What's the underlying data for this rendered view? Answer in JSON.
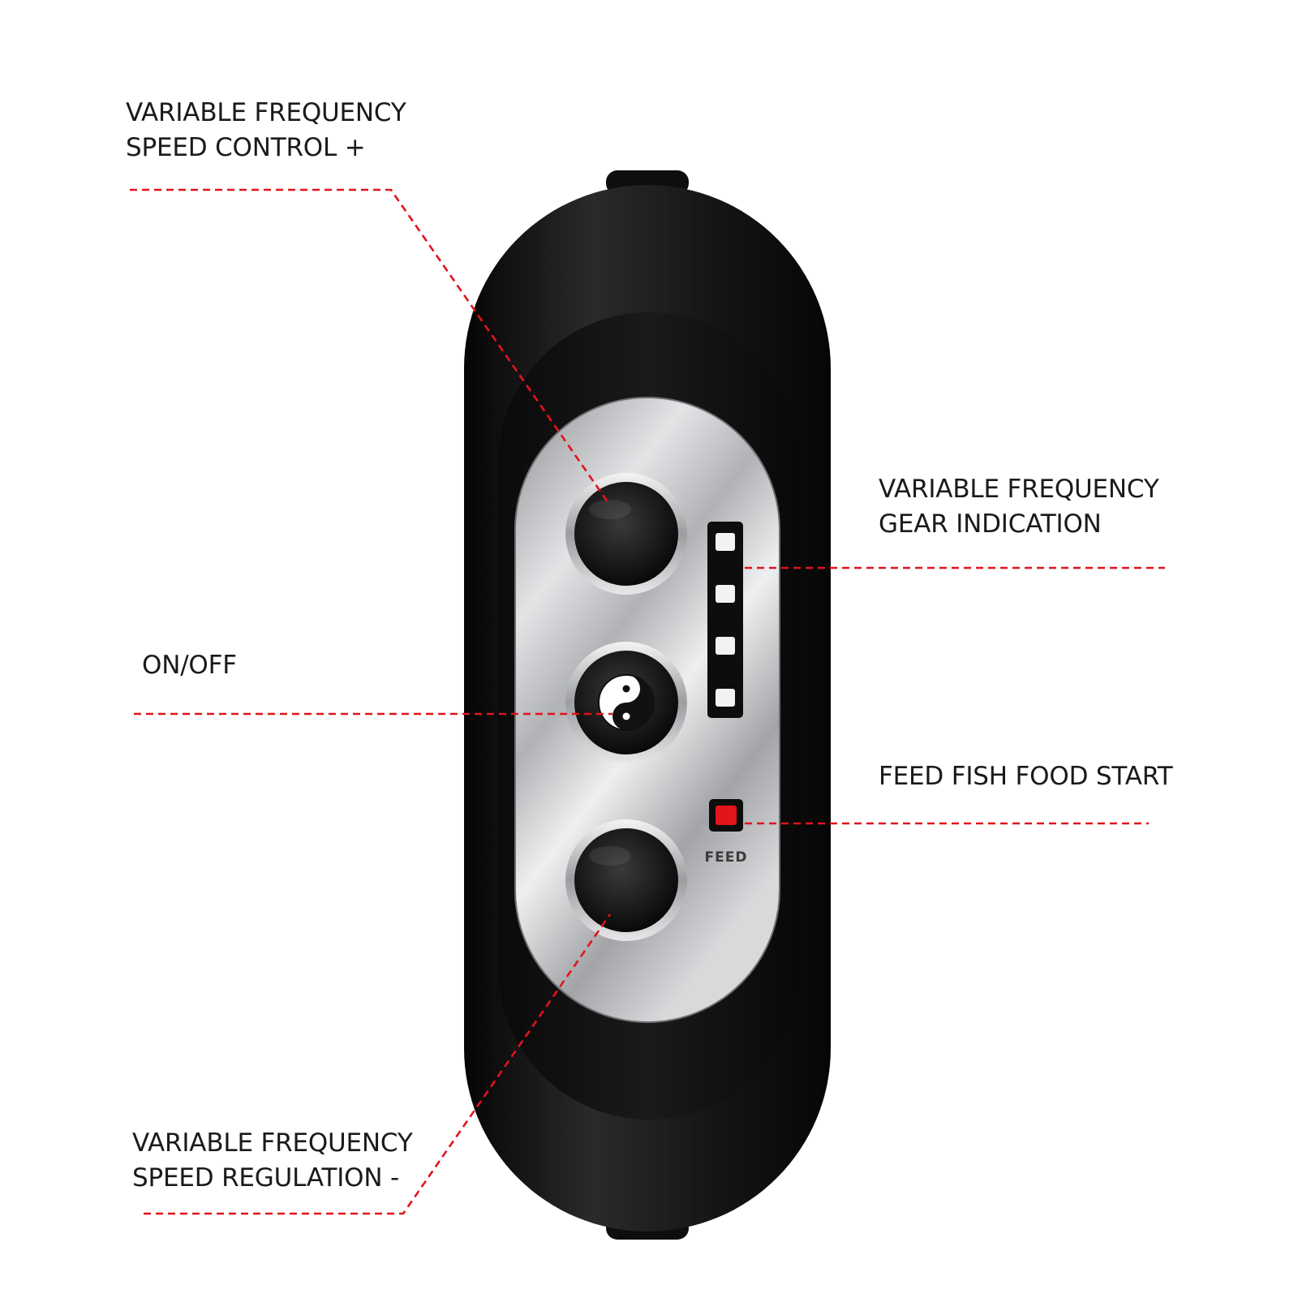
{
  "callouts": {
    "speed_up": {
      "lines": [
        "VARIABLE FREQUENCY",
        "SPEED CONTROL +"
      ]
    },
    "gear": {
      "lines": [
        "VARIABLE FREQUENCY",
        "GEAR INDICATION"
      ]
    },
    "onoff": {
      "lines": [
        "ON/OFF"
      ]
    },
    "feed_start": {
      "lines": [
        "FEED FISH FOOD START"
      ]
    },
    "speed_down": {
      "lines": [
        "VARIABLE FREQUENCY",
        "SPEED REGULATION -"
      ]
    }
  },
  "device": {
    "feed_label": "FEED",
    "gear_leds": {
      "count": 4
    },
    "icons": {
      "power_button": "yin-yang-icon",
      "speed_up_button": "plain-round-button",
      "speed_down_button": "plain-round-button"
    }
  },
  "colors": {
    "leader_line": "#e0141c",
    "feed_led": "#e3141a",
    "body": "#111111",
    "panel": "#c9cbcd"
  }
}
